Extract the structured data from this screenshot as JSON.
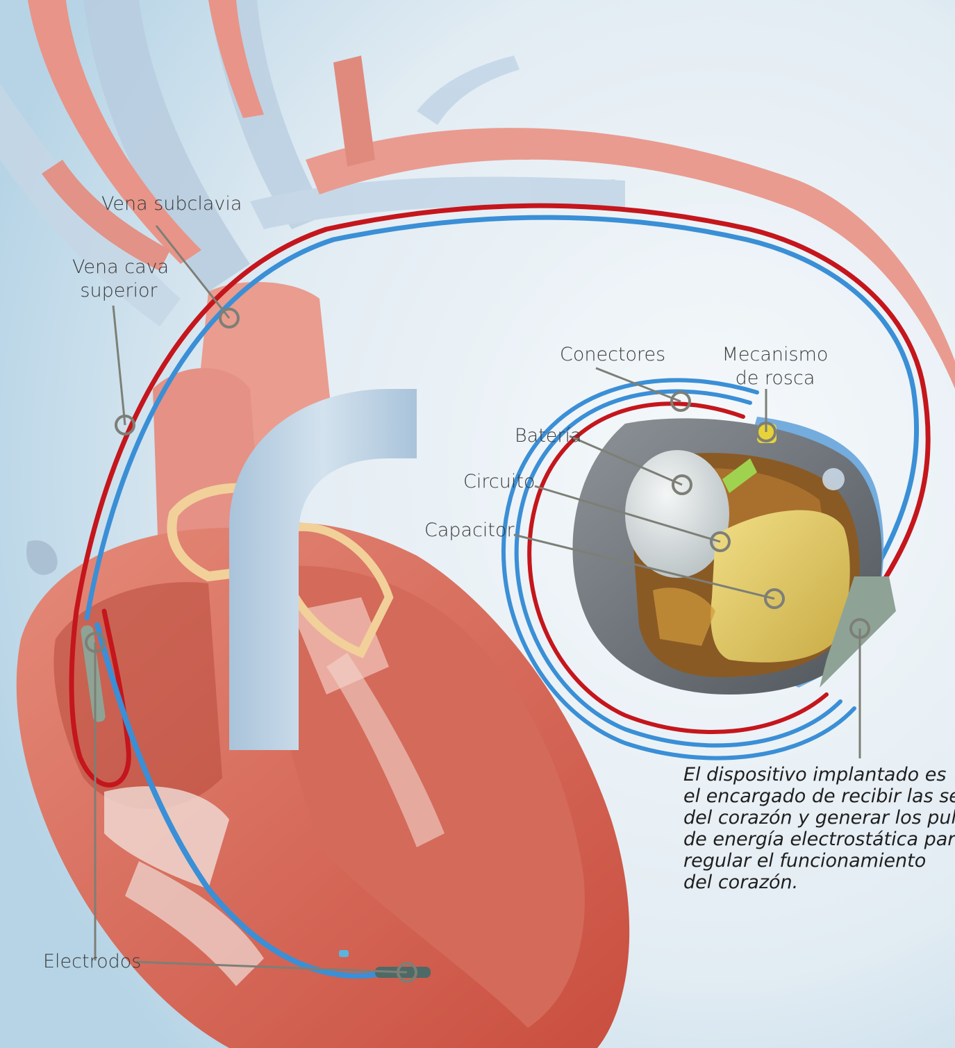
{
  "labels": {
    "vena_subclavia": "Vena subclavia",
    "vena_cava": [
      "Vena cava",
      "superior"
    ],
    "conectores": "Conectores",
    "mecanismo": [
      "Mecanismo",
      "de rosca"
    ],
    "bateria": "Batería",
    "circuito": "Circuito",
    "capacitor": "Capacitor",
    "electrodos": "Electrodos"
  },
  "caption": [
    "El dispositivo implantado es",
    "el encargado de recibir las seña",
    "del corazón y generar los pulso",
    "de energía electrostática para",
    "regular el funcionamiento",
    "del corazón."
  ],
  "colors": {
    "lead_red": "#c4161c",
    "lead_blue": "#3a8fd6",
    "leader_line": "#7d7f76",
    "heart_muscle": "#d9685a",
    "vein_blue": "#b8cde0",
    "artery_red": "#e88a80"
  }
}
